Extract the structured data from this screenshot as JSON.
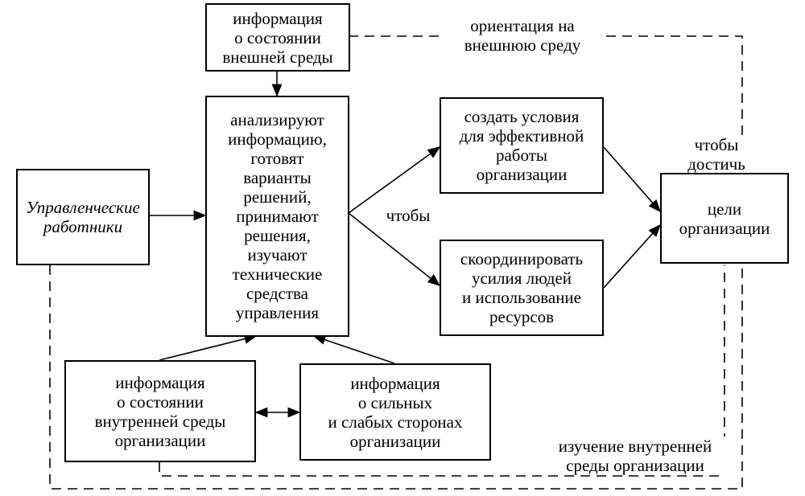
{
  "nodes": {
    "external_info": "информация\nо состоянии\nвнешней среды",
    "analysis": "анализируют\nинформацию,\nготовят\nварианты\nрешений,\nпринимают\nрешения,\nизучают\nтехнические\nсредства\nуправления",
    "managers": "Управленческие\nработники",
    "conditions": "создать условия\nдля эффективной\nработы\nорганизации",
    "coordinate": "скоординировать\nусилия людей\nи использование\nресурсов",
    "goals": "цели\nорганизации",
    "internal_info": "информация\nо состоянии\nвнутренней среды\nорганизации",
    "strengths_info": "информация\nо сильных\nи слабых сторонах\nорганизации"
  },
  "labels": {
    "external_orientation": "ориентация на\nвнешнюю среду",
    "in_order_to": "чтобы",
    "in_order_to_achieve": "чтобы\nдостичь",
    "internal_study": "изучение внутренней\nсреды организации"
  }
}
